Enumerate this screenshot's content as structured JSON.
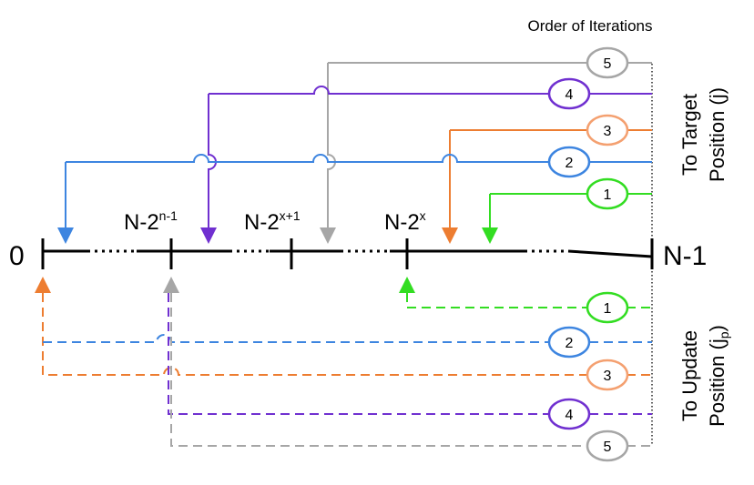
{
  "title": "Order of Iterations",
  "labels": {
    "zero": "0",
    "end": "N-1",
    "tick_a_base": "N-2",
    "tick_a_exp": "n-1",
    "tick_b_base": "N-2",
    "tick_b_exp": "x+1",
    "tick_c_base": "N-2",
    "tick_c_exp": "x"
  },
  "side_target": {
    "line1": "To Target",
    "line2": "Position (j)"
  },
  "side_update": {
    "line1": "To Update",
    "line2": "Position (j",
    "sub": "p",
    "close": ")"
  },
  "target_iterations": [
    {
      "num": "5",
      "color": "#a6a6a6"
    },
    {
      "num": "4",
      "color": "#7030d0"
    },
    {
      "num": "3",
      "color": "#ed7d31"
    },
    {
      "num": "2",
      "color": "#3d85e0"
    },
    {
      "num": "1",
      "color": "#33dd22"
    }
  ],
  "update_iterations": [
    {
      "num": "1",
      "color": "#33dd22"
    },
    {
      "num": "2",
      "color": "#3d85e0"
    },
    {
      "num": "3",
      "color": "#ed7d31"
    },
    {
      "num": "4",
      "color": "#7030d0"
    },
    {
      "num": "5",
      "color": "#a6a6a6"
    }
  ],
  "colors": {
    "green": "#33dd22",
    "blue": "#3d85e0",
    "orange": "#ed7d31",
    "purple": "#7030d0",
    "gray": "#a6a6a6",
    "orange_circle": "#f4a070"
  }
}
